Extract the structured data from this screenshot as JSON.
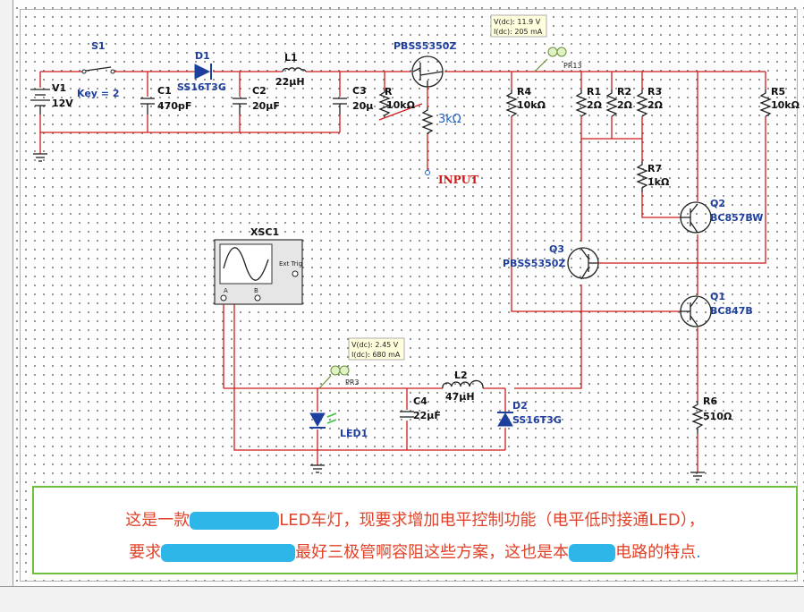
{
  "components": {
    "v1": {
      "name": "V1",
      "value": "12V"
    },
    "s1": {
      "name": "S1",
      "key": "Key = 2"
    },
    "d1": {
      "name": "D1",
      "value": "SS16T3G"
    },
    "l1": {
      "name": "L1",
      "value": "22µH"
    },
    "c1": {
      "name": "C1",
      "value": "470pF"
    },
    "c2": {
      "name": "C2",
      "value": "20µF"
    },
    "c3": {
      "name": "C3",
      "value": "20µ"
    },
    "r_in": {
      "name": "R",
      "value": "10kΩ"
    },
    "r_3k": {
      "value": "3kΩ"
    },
    "input": {
      "name": "INPUT"
    },
    "q_top": {
      "name": "PBSS5350Z"
    },
    "probe_top": {
      "name": "PR13",
      "vdc": "V(dc): 11.9 V",
      "idc": "I(dc): 205 mA"
    },
    "r4": {
      "name": "R4",
      "value": "10kΩ"
    },
    "r1": {
      "name": "R1",
      "value": "2Ω"
    },
    "r2": {
      "name": "R2",
      "value": "2Ω"
    },
    "r3": {
      "name": "R3",
      "value": "2Ω"
    },
    "r5": {
      "name": "R5",
      "value": "10kΩ"
    },
    "r7": {
      "name": "R7",
      "value": "1kΩ"
    },
    "q2": {
      "name": "Q2",
      "value": "BC857BW"
    },
    "q3": {
      "name": "Q3",
      "value": "PBSS5350Z"
    },
    "q1": {
      "name": "Q1",
      "value": "BC847B"
    },
    "r6": {
      "name": "R6",
      "value": "510Ω"
    },
    "xsc1": {
      "name": "XSC1",
      "ext_trig": "Ext Trig",
      "ch_a": "A",
      "ch_b": "B"
    },
    "probe_bot": {
      "name": "PR3",
      "vdc": "V(dc): 2.45 V",
      "idc": "I(dc): 680 mA"
    },
    "l2": {
      "name": "L2",
      "value": "47µH"
    },
    "c4": {
      "name": "C4",
      "value": "22µF"
    },
    "d2": {
      "name": "D2",
      "value": "SS16T3G"
    },
    "led1": {
      "name": "LED1"
    }
  },
  "note": {
    "line1_a": "这是一款",
    "line1_b": "LED车灯，现要求增加电平控制功能（电平低时接通LED），",
    "line2_a": "要求",
    "line2_b": "最好三极管啊容阻这些方案，这也是本",
    "line2_c": "电路的特点",
    "line2_dot": "."
  },
  "colors": {
    "wire_red": "#d11b1b",
    "label_blue": "#1f3f9f",
    "note_red": "#e0432a",
    "note_border": "#6dbf3c",
    "redaction": "#2fb6e8"
  }
}
